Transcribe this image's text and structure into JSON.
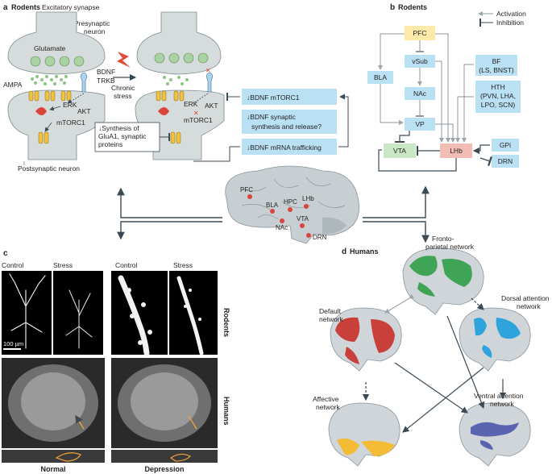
{
  "panel_a": {
    "letter": "a",
    "title": "Rodents",
    "synapse_label": "Excitatory synapse",
    "presynaptic_label": "Presynaptic neuron",
    "glutamate_label": "Glutamate",
    "ampa_label": "AMPA",
    "bdnf_label": "BDNF",
    "trkb_label": "TRKB",
    "erk_label": "ERK",
    "akt_label": "AKT",
    "mtorc1_label": "mTORC1",
    "chronic_stress_label": "Chronic stress",
    "postsynaptic_label": "Postsynaptic neuron",
    "synthesis_box": "↓Synthesis of GluA1, synaptic proteins",
    "boxes": [
      "↓BDNF mTORC1",
      "↓BDNF synaptic synthesis and release?",
      "↓BDNF mRNA trafficking"
    ]
  },
  "panel_b": {
    "letter": "b",
    "title": "Rodents",
    "legend": {
      "activation": "Activation",
      "inhibition": "Inhibition"
    },
    "nodes": {
      "pfc": "PFC",
      "vsub": "vSub",
      "bla": "BLA",
      "nac": "NAc",
      "vp": "VP",
      "vta": "VTA",
      "lhb": "LHb",
      "bf": "BF (LS, BNST)",
      "hth": "HTH (PVN, LHA, LPO, SCN)",
      "gpi": "GPi",
      "drn": "DRN"
    }
  },
  "brain_center": {
    "regions": [
      "PFC",
      "BLA",
      "HPC",
      "LHb",
      "NAc",
      "VTA",
      "DRN"
    ]
  },
  "panel_c": {
    "letter": "c",
    "col_labels": [
      "Control",
      "Stress",
      "Control",
      "Stress"
    ],
    "row_rodents": "Rodents",
    "row_humans": "Humans",
    "scale_bar": "100 µm",
    "bottom_labels": [
      "Normal",
      "Depression"
    ]
  },
  "panel_d": {
    "letter": "d",
    "title": "Humans",
    "networks": {
      "frontoparietal": "Fronto-parietal network",
      "default": "Default network",
      "dorsal": "Dorsal attention network",
      "affective": "Affective network",
      "ventral": "Ventral attention network"
    }
  },
  "colors": {
    "box_blue": "#b9e0f3",
    "pfc_yellow": "#fde9a9",
    "vta_green": "#c9e6c5",
    "lhb_red": "#f2bdb4",
    "neuron_gray": "#d6dcdc",
    "arrow_dark": "#3b4a55",
    "red_dot": "#d9453a",
    "green_net": "#3fa455",
    "red_net": "#c9403a",
    "blue_net": "#2fa3dc",
    "yellow_net": "#f4bb34",
    "purple_net": "#5a64b1"
  }
}
